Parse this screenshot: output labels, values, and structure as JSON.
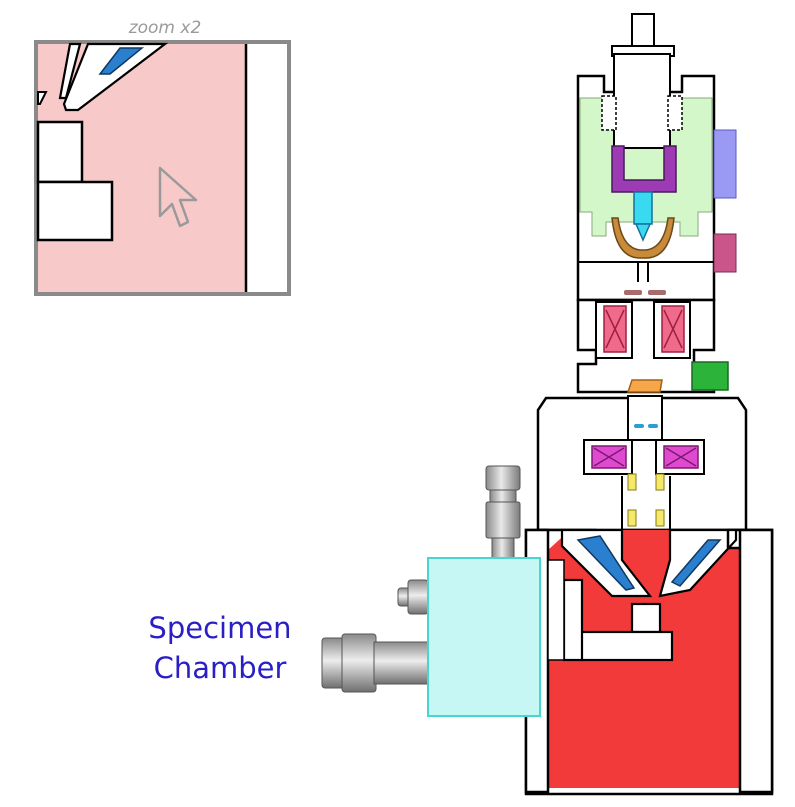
{
  "zoom_panel": {
    "label": "zoom x2"
  },
  "specimen_chamber": {
    "label_line1": "Specimen",
    "label_line2": "Chamber",
    "highlighted": true
  },
  "colors": {
    "chamber_highlight": "#f23a3a",
    "zoom_background": "#f8c9c9",
    "gun_region": "#d4f7c9",
    "label_text": "#2a1fc4",
    "airlock_box": "#c7f7f5",
    "coil": "#f06a8c",
    "aperture_orange": "#f7a64a",
    "valve_green": "#2bb33a",
    "detector_blue": "#2a7fcf"
  },
  "icons": {
    "pointer": "arrow-cursor-icon"
  }
}
